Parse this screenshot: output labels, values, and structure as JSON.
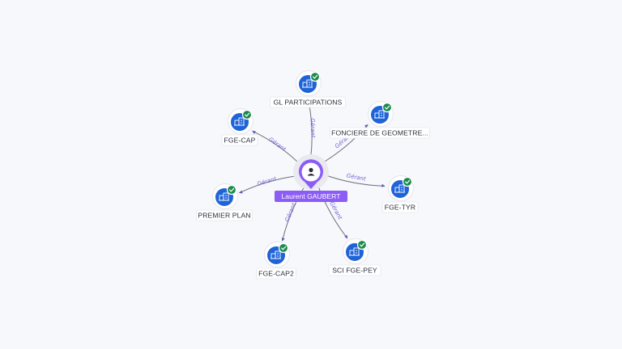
{
  "center": {
    "name": "Laurent GAUBERT",
    "icon": "person-icon"
  },
  "nodes": [
    {
      "id": "gl-participations",
      "label": "GL PARTICIPATIONS",
      "relation": "Gérant",
      "verified": true,
      "icon": "building-icon"
    },
    {
      "id": "fonciere-de-geometre",
      "label": "FONCIERE DE GEOMETRE...",
      "relation": "Gérant",
      "verified": true,
      "icon": "building-icon"
    },
    {
      "id": "fge-tyr",
      "label": "FGE-TYR",
      "relation": "Gérant",
      "verified": true,
      "icon": "building-icon"
    },
    {
      "id": "sci-fge-pey",
      "label": "SCI FGE-PEY",
      "relation": "Gérant",
      "verified": true,
      "icon": "building-icon"
    },
    {
      "id": "fge-cap2",
      "label": "FGE-CAP2",
      "relation": "Gérant",
      "verified": true,
      "icon": "building-icon"
    },
    {
      "id": "premier-plan",
      "label": "PREMIER PLAN",
      "relation": "Gérant",
      "verified": true,
      "icon": "building-icon"
    },
    {
      "id": "fge-cap",
      "label": "FGE-CAP",
      "relation": "Gérant",
      "verified": true,
      "icon": "building-icon"
    }
  ],
  "colors": {
    "person": "#8b5cf6",
    "company": "#1f63d8",
    "verified": "#1b8a4c",
    "edge_label": "#6f63d9"
  }
}
